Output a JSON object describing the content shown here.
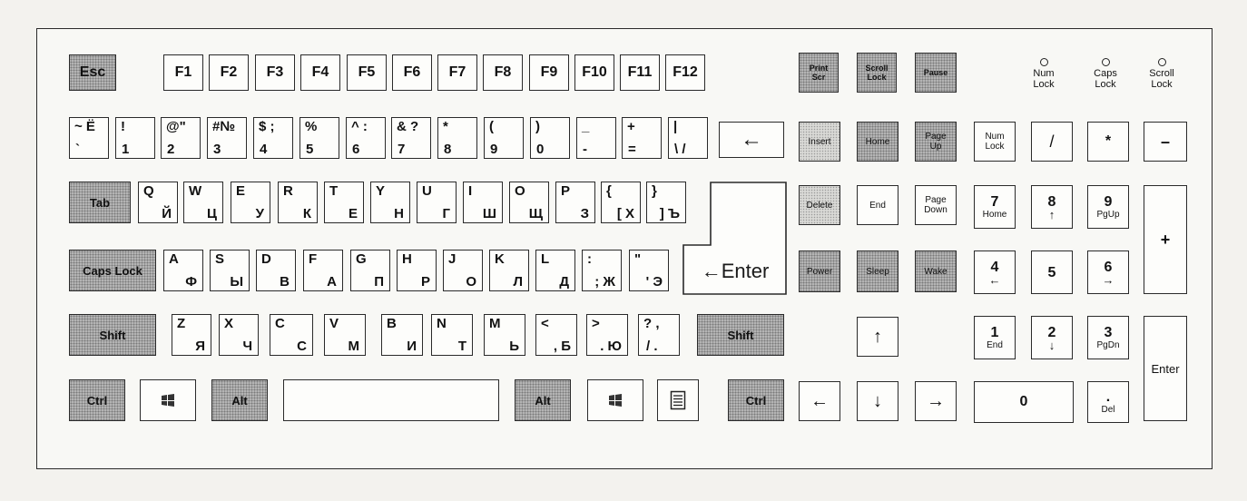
{
  "function_row": {
    "esc": "Esc",
    "f_keys": [
      "F1",
      "F2",
      "F3",
      "F4",
      "F5",
      "F6",
      "F7",
      "F8",
      "F9",
      "F10",
      "F11",
      "F12"
    ],
    "print_screen": [
      "Print",
      "Scr"
    ],
    "scroll_lock": [
      "Scroll",
      "Lock"
    ],
    "pause": "Pause"
  },
  "indicators": [
    {
      "lines": [
        "Num",
        "Lock"
      ]
    },
    {
      "lines": [
        "Caps",
        "Lock"
      ]
    },
    {
      "lines": [
        "Scroll",
        "Lock"
      ]
    }
  ],
  "number_row": [
    {
      "tl": "~ Ё",
      "bl": "`"
    },
    {
      "tl": "!",
      "bl": "1"
    },
    {
      "tl": "@\"",
      "bl": "2"
    },
    {
      "tl": "#№",
      "bl": "3"
    },
    {
      "tl": "$ ;",
      "bl": "4"
    },
    {
      "tl": "%",
      "bl": "5"
    },
    {
      "tl": "^ :",
      "bl": "6"
    },
    {
      "tl": "& ?",
      "bl": "7"
    },
    {
      "tl": "*",
      "bl": "8"
    },
    {
      "tl": "(",
      "bl": "9"
    },
    {
      "tl": ")",
      "bl": "0"
    },
    {
      "tl": "_",
      "bl": "-"
    },
    {
      "tl": "+",
      "bl": "="
    },
    {
      "tl": "|",
      "bl": "\\ /"
    }
  ],
  "backspace": "←",
  "tab": "Tab",
  "qwerty_row": [
    {
      "en": "Q",
      "ru": "Й"
    },
    {
      "en": "W",
      "ru": "Ц"
    },
    {
      "en": "E",
      "ru": "У"
    },
    {
      "en": "R",
      "ru": "К"
    },
    {
      "en": "T",
      "ru": "Е"
    },
    {
      "en": "Y",
      "ru": "Н"
    },
    {
      "en": "U",
      "ru": "Г"
    },
    {
      "en": "I",
      "ru": "Ш"
    },
    {
      "en": "O",
      "ru": "Щ"
    },
    {
      "en": "P",
      "ru": "З"
    },
    {
      "en": "{",
      "ru": "[ Х"
    },
    {
      "en": "}",
      "ru": "] Ъ"
    }
  ],
  "caps_lock": "Caps Lock",
  "home_row": [
    {
      "en": "A",
      "ru": "Ф"
    },
    {
      "en": "S",
      "ru": "Ы"
    },
    {
      "en": "D",
      "ru": "В"
    },
    {
      "en": "F",
      "ru": "А"
    },
    {
      "en": "G",
      "ru": "П"
    },
    {
      "en": "H",
      "ru": "Р"
    },
    {
      "en": "J",
      "ru": "О"
    },
    {
      "en": "K",
      "ru": "Л"
    },
    {
      "en": "L",
      "ru": "Д"
    },
    {
      "en": ":",
      "ru": "; Ж"
    },
    {
      "en": "\"",
      "ru": "' Э"
    }
  ],
  "enter": "←Enter",
  "shift": "Shift",
  "bottom_letters": [
    {
      "en": "Z",
      "ru": "Я"
    },
    {
      "en": "X",
      "ru": "Ч"
    },
    {
      "en": "C",
      "ru": "С"
    },
    {
      "en": "V",
      "ru": "М"
    },
    {
      "en": "B",
      "ru": "И"
    },
    {
      "en": "N",
      "ru": "Т"
    },
    {
      "en": "M",
      "ru": "Ь"
    },
    {
      "en": "<",
      "ru": ", Б"
    },
    {
      "en": ">",
      "ru": ". Ю"
    },
    {
      "en": "? ,",
      "ru": "/ ."
    }
  ],
  "ctrl": "Ctrl",
  "alt": "Alt",
  "nav": {
    "insert": "Insert",
    "home": "Home",
    "page_up": [
      "Page",
      "Up"
    ],
    "delete": "Delete",
    "end": "End",
    "page_down": [
      "Page",
      "Down"
    ],
    "power": "Power",
    "sleep": "Sleep",
    "wake": "Wake",
    "up": "↑",
    "left": "←",
    "down": "↓",
    "right": "→"
  },
  "numpad": {
    "num_lock": [
      "Num",
      "Lock"
    ],
    "divide": "/",
    "multiply": "*",
    "minus": "–",
    "plus": "+",
    "enter": "Enter",
    "n7": [
      "7",
      "Home"
    ],
    "n8": [
      "8",
      "↑"
    ],
    "n9": [
      "9",
      "PgUp"
    ],
    "n4": [
      "4",
      "←"
    ],
    "n5": "5",
    "n6": [
      "6",
      "→"
    ],
    "n1": [
      "1",
      "End"
    ],
    "n2": [
      "2",
      "↓"
    ],
    "n3": [
      "3",
      "PgDn"
    ],
    "n0": "0",
    "del": [
      ".",
      "Del"
    ]
  }
}
